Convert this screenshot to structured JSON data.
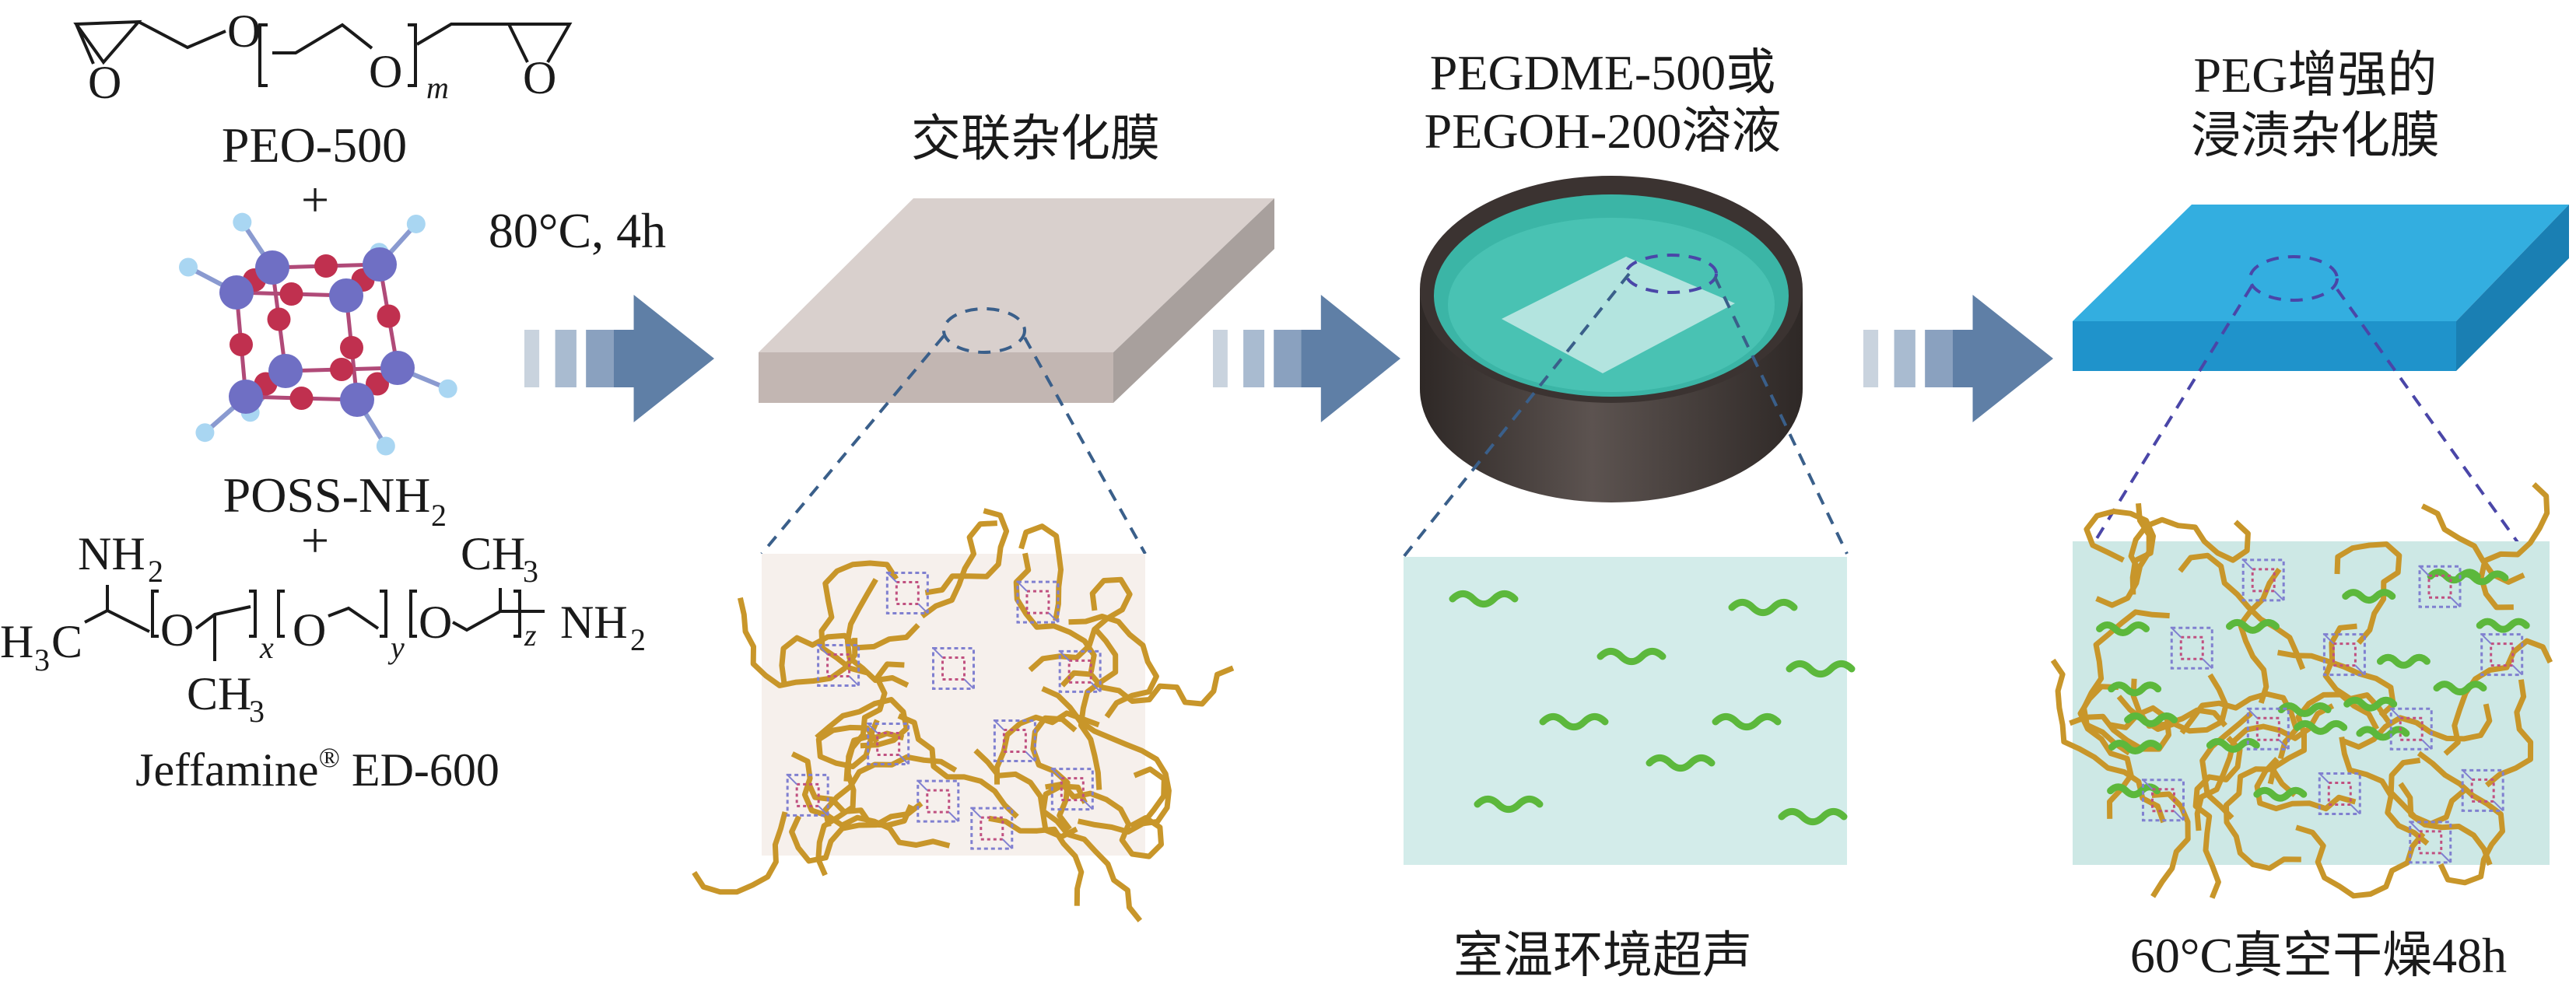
{
  "reactants": {
    "peo": {
      "label": "PEO-500",
      "atoms": [
        "O",
        "O",
        "O",
        "O"
      ],
      "repeat": "m"
    },
    "plus": "+",
    "poss": {
      "label": "POSS-NH",
      "label_sub": "2"
    },
    "jeffamine": {
      "label": "Jeffamine",
      "reg": "®",
      "label_suffix": " ED-600",
      "nh2_left": "NH",
      "h3c": "H",
      "h3c_sub": "3",
      "h3c_c": "C",
      "ch3": "CH",
      "three": "3",
      "two": "2",
      "o": "O",
      "repeats": [
        "x",
        "y",
        "z"
      ],
      "nh2_right": "NH"
    }
  },
  "conditions": {
    "step1": "80°C, 4h",
    "step2": "室温环境超声",
    "step3": "60°C真空干燥48h"
  },
  "stages": {
    "crosslinked": "交联杂化膜",
    "solution_line1": "PEGDME-500或",
    "solution_line2": "PEGOH-200溶液",
    "final_line1": "PEG增强的",
    "final_line2": "浸渍杂化膜"
  },
  "colors": {
    "arrow": "#5f7fa6",
    "membrane1": "#d8cfcc",
    "membrane3": "#2ea6d6",
    "dish": "#4a4240",
    "liquid": "#3bb5a6",
    "chain": "#c8962a",
    "peg": "#5cb83c",
    "si": "#6f6fc4",
    "oxygen": "#c0304f",
    "hydrogen": "#a9d6f2"
  }
}
